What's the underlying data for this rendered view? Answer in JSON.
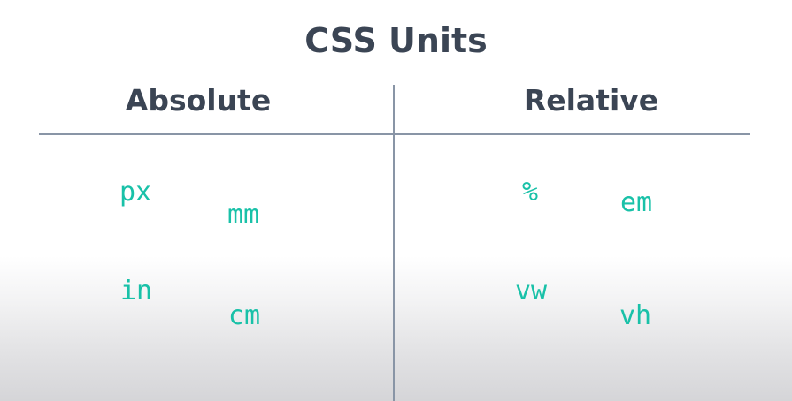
{
  "title": "CSS Units",
  "columns": {
    "absolute": {
      "heading": "Absolute",
      "units": [
        "px",
        "mm",
        "in",
        "cm"
      ]
    },
    "relative": {
      "heading": "Relative",
      "units": [
        "%",
        "em",
        "vw",
        "vh"
      ]
    }
  },
  "colors": {
    "heading_text": "#3b4554",
    "unit_text": "#19c1a8",
    "divider": "#8995a6",
    "background": "#ffffff"
  }
}
